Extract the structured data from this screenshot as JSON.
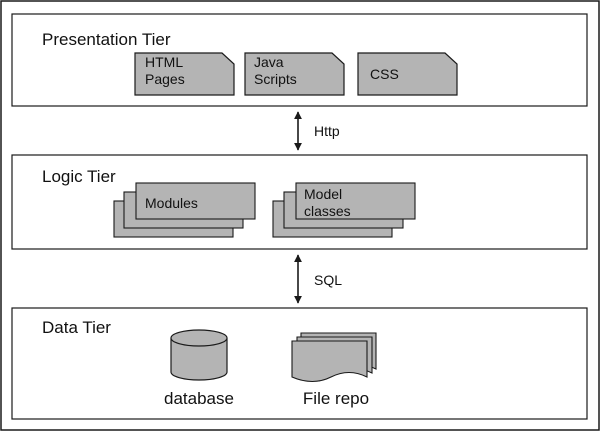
{
  "diagram": {
    "colors": {
      "border": "#1a1a1a",
      "shape_fill": "#b4b4b4",
      "background": "#ffffff"
    },
    "tiers": {
      "presentation": {
        "label": "Presentation Tier",
        "nodes": {
          "html": [
            "HTML",
            "Pages"
          ],
          "js": [
            "Java",
            "Scripts"
          ],
          "css": [
            "CSS"
          ]
        }
      },
      "logic": {
        "label": "Logic Tier",
        "nodes": {
          "modules": [
            "Modules"
          ],
          "model": [
            "Model",
            "classes"
          ]
        }
      },
      "data": {
        "label": "Data Tier",
        "nodes": {
          "database": "database",
          "file_repo": "File repo"
        }
      }
    },
    "connectors": {
      "http": "Http",
      "sql": "SQL"
    }
  }
}
